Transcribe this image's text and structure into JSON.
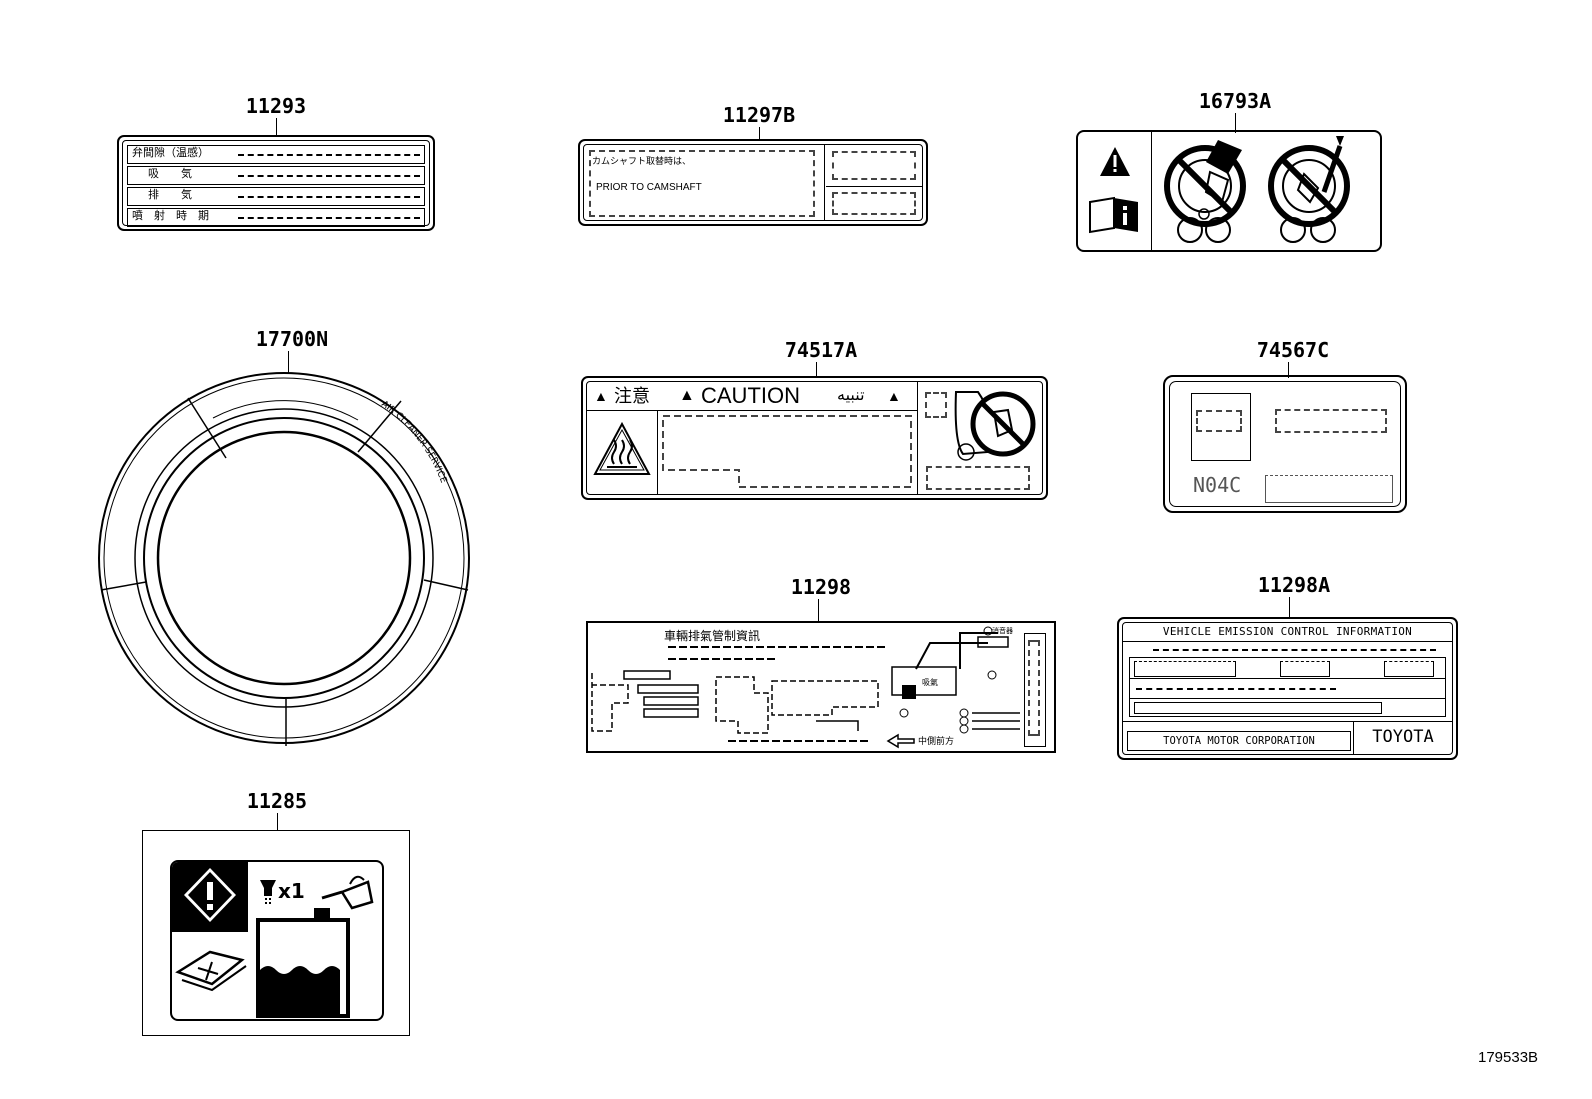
{
  "labels": {
    "l11293": {
      "part": "11293",
      "rows": [
        "弁間隙（温感）",
        "吸　　気",
        "排　　気",
        "噴　射　時　期"
      ]
    },
    "l11297b": {
      "part": "11297B",
      "jp_text": "カムシャフト取替時は、",
      "en_text": "PRIOR TO CAMSHAFT"
    },
    "l16793a": {
      "part": "16793A",
      "icons": [
        "warning-triangle-icon",
        "manual-info-icon",
        "no-hand-fan-icon",
        "no-tool-fan-icon"
      ]
    },
    "l17700n": {
      "part": "17700N",
      "ring_text": "AIR CLEANER SERVICE"
    },
    "l74517a": {
      "part": "74517A",
      "warn_jp": "注意",
      "warn_en": "CAUTION",
      "warn_ar": "تنبيه"
    },
    "l74567c": {
      "part": "74567C",
      "engine_code": "N04C"
    },
    "l11298": {
      "part": "11298",
      "title": "車輛排氣管制資訊",
      "front_label": "中側前方",
      "intake_label": "吸氣",
      "valve_label": "消音器"
    },
    "l11298a": {
      "part": "11298A",
      "title": "VEHICLE EMISSION CONTROL INFORMATION",
      "maker": "TOYOTA MOTOR CORPORATION",
      "brand": "TOYOTA"
    },
    "l11285": {
      "part": "11285",
      "qty": "x1"
    }
  },
  "figure_id": "179533B"
}
